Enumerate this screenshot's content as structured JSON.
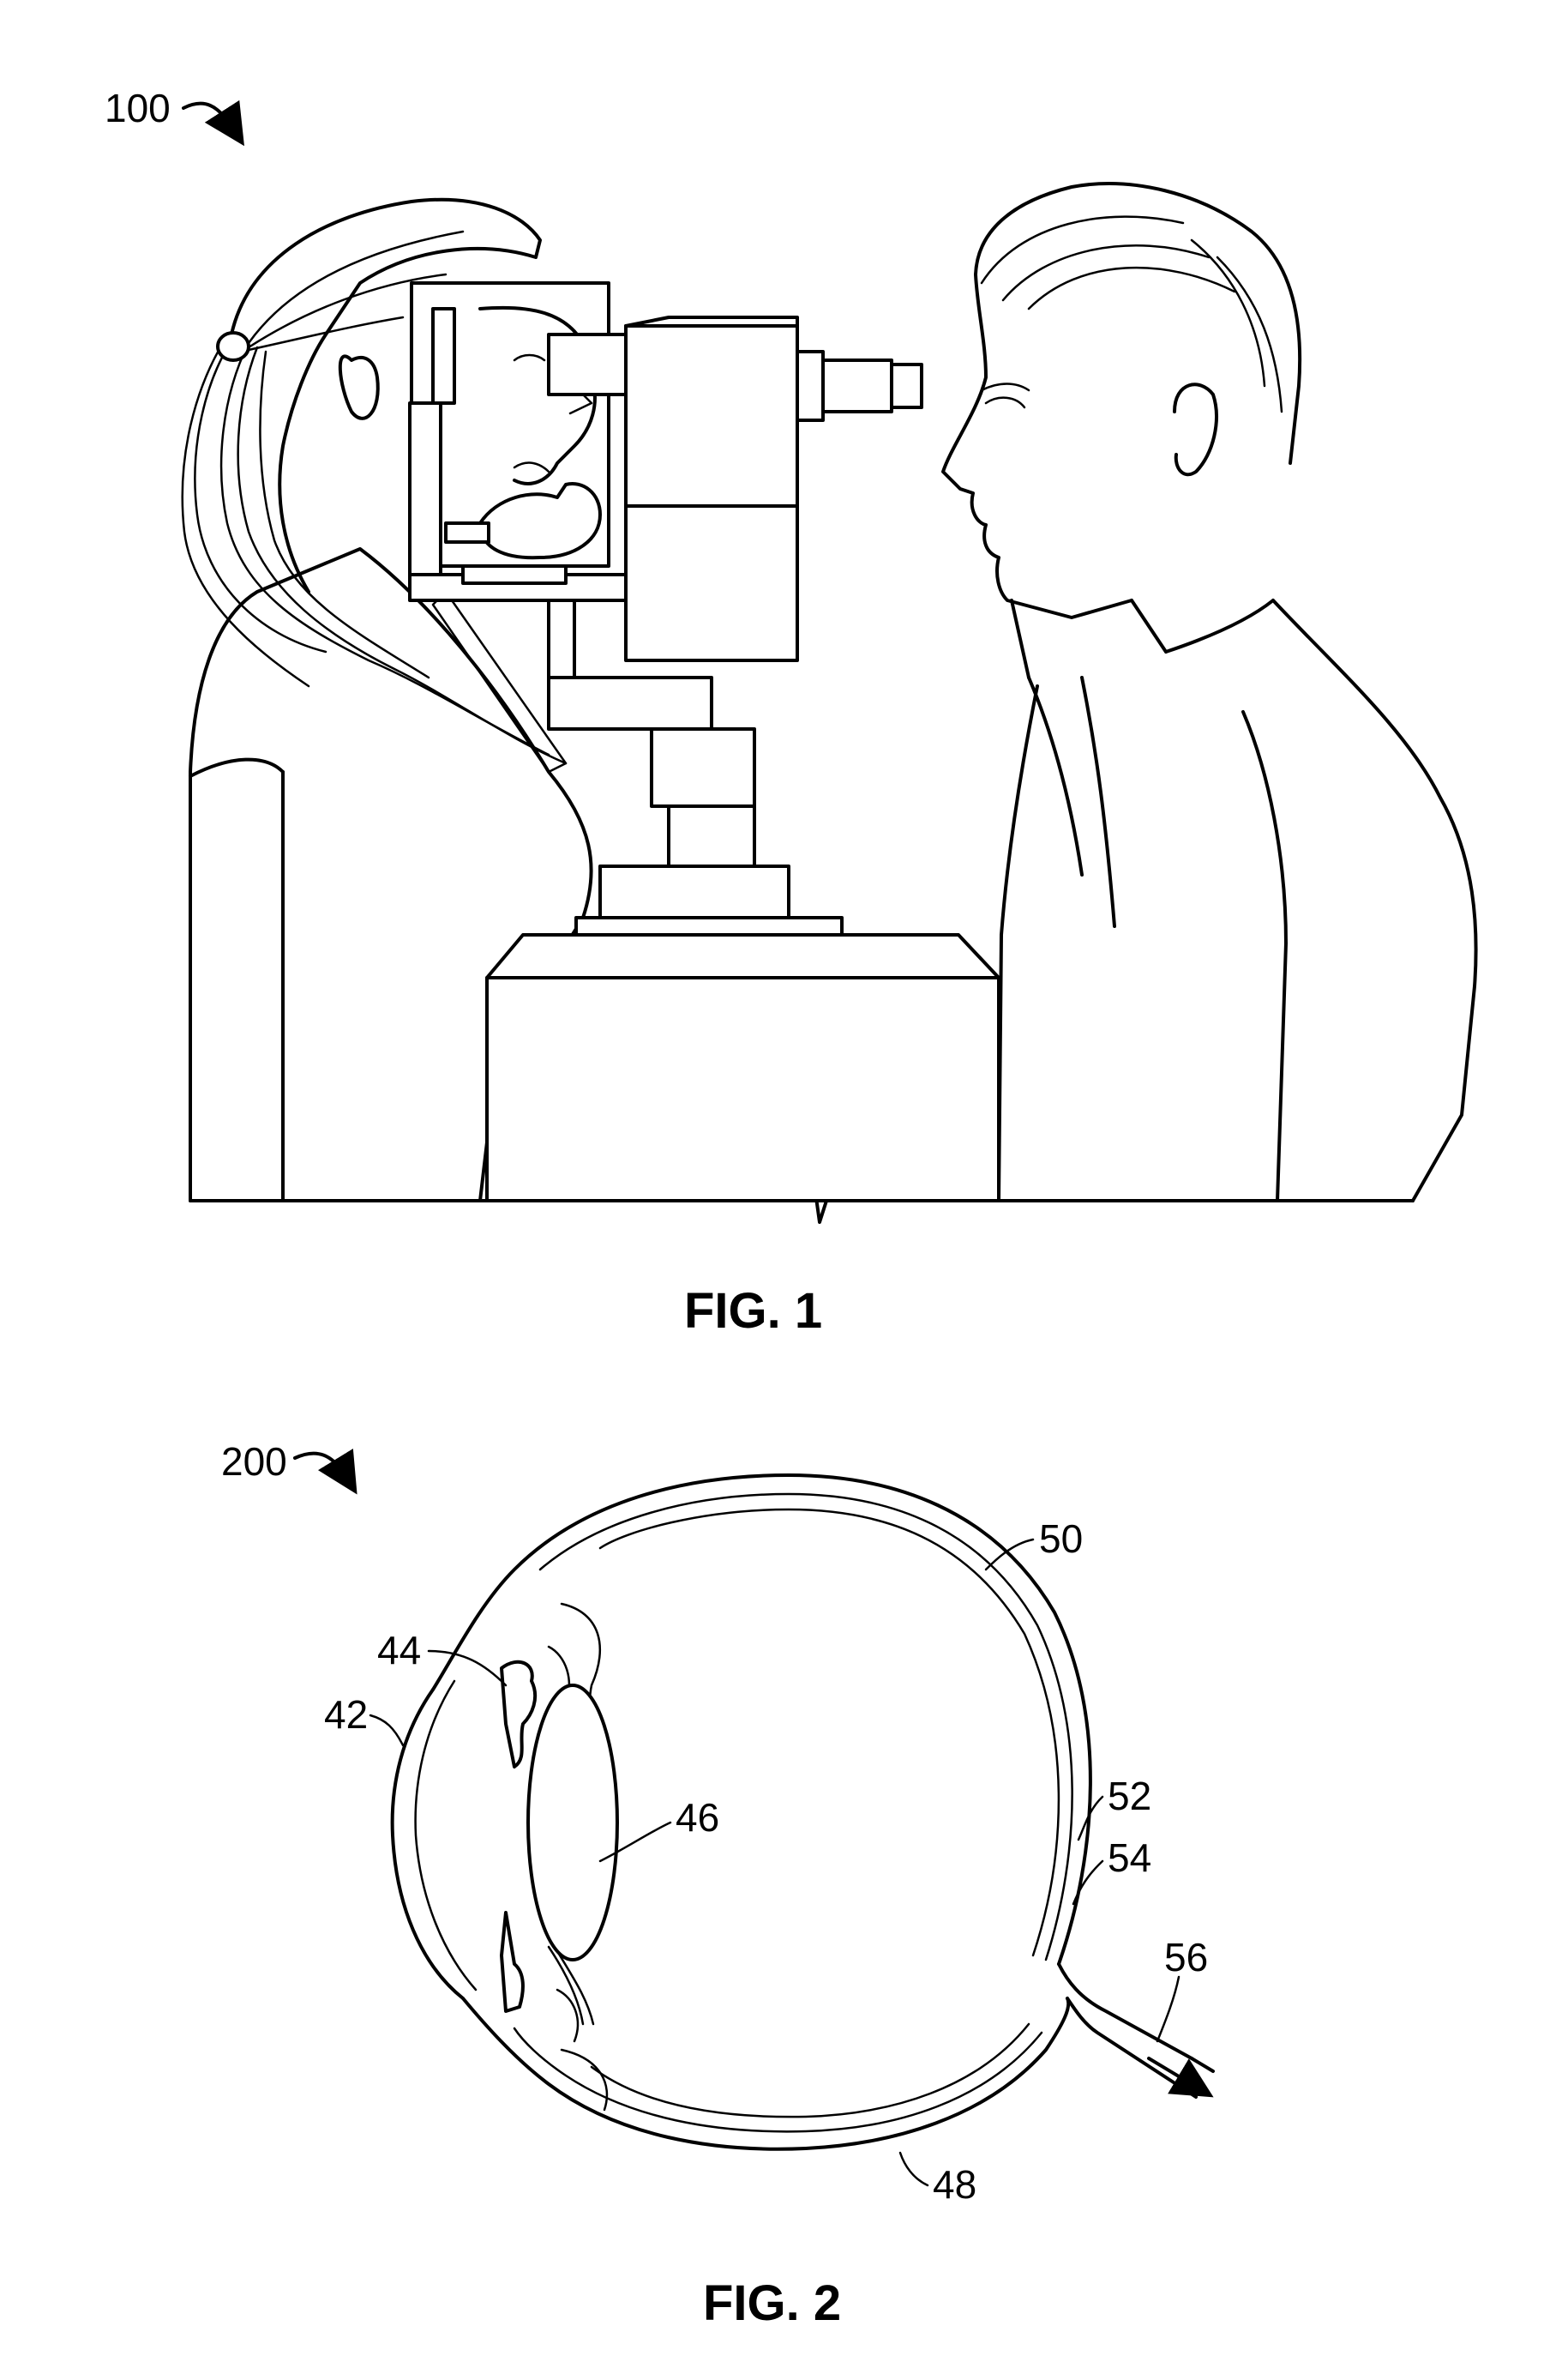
{
  "figure1": {
    "ref": "100",
    "caption": "FIG. 1"
  },
  "figure2": {
    "ref": "200",
    "caption": "FIG. 2",
    "labels": {
      "l42": "42",
      "l44": "44",
      "l46": "46",
      "l48": "48",
      "l50": "50",
      "l52": "52",
      "l54": "54",
      "l56": "56"
    }
  }
}
